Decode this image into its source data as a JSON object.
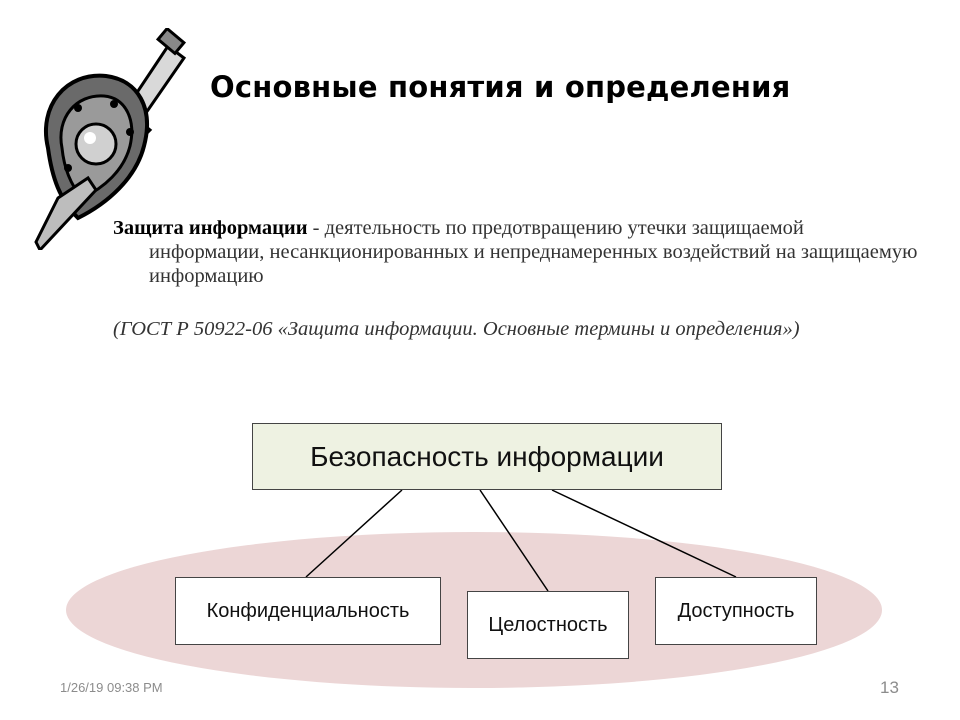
{
  "slide": {
    "title": "Основные понятия и определения",
    "definition": {
      "term": "Защита информации",
      "lead_rest": " - деятельность по предотвращению утечки защищаемой",
      "continuation": "информации, несанкционированных и непреднамеренных воздействий на защищаемую информацию"
    },
    "source": "(ГОСТ Р 50922-06 «Защита информации. Основные термины и определения»)"
  },
  "diagram": {
    "root": "Безопасность информации",
    "children": [
      "Конфиденциальность",
      "Целостность",
      "Доступность"
    ]
  },
  "footer": {
    "date": "1/26/19 09:38 PM",
    "page": "13"
  },
  "colors": {
    "ellipse_fill": "#ecd6d6",
    "root_box_fill": "#eef2e2",
    "footer_text": "#8c8c8c"
  },
  "icons": {
    "logo": "shield-sword-icon"
  }
}
